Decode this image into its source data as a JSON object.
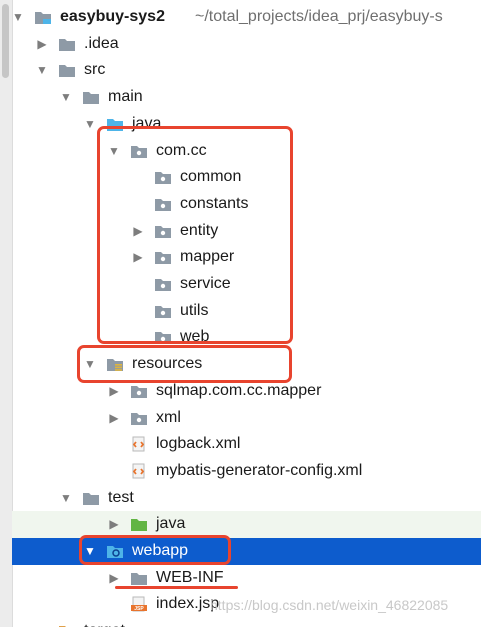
{
  "project": {
    "name": "easybuy-sys2",
    "path": "~/total_projects/idea_prj/easybuy-s"
  },
  "tree": {
    "idea": ".idea",
    "src": "src",
    "main": "main",
    "java": "java",
    "package": "com.cc",
    "packages": [
      "common",
      "constants",
      "entity",
      "mapper",
      "service",
      "utils",
      "web"
    ],
    "resources": "resources",
    "res_items": [
      "sqlmap.com.cc.mapper",
      "xml",
      "logback.xml",
      "mybatis-generator-config.xml"
    ],
    "test": "test",
    "test_java": "java",
    "webapp": "webapp",
    "webinf": "WEB-INF",
    "index": "index.jsp",
    "target": "target",
    "jsp_badge": "JSP"
  },
  "icons": {
    "folder": "folder-icon",
    "package": "package-icon",
    "source_root": "source-root-folder-icon",
    "resources_root": "resources-root-folder-icon",
    "test_root": "test-source-folder-icon",
    "web_root": "web-folder-icon",
    "xml": "xml-file-icon",
    "jsp": "jsp-file-icon",
    "module": "module-icon"
  },
  "colors": {
    "selection": "#0d5ccd",
    "highlight_stripe": "#f0f6ee",
    "annotation_red": "#e8442e",
    "source_blue": "#4db4e8",
    "test_green": "#62b543",
    "folder_gray": "#8e9aa6"
  },
  "watermark": "https://blog.csdn.net/weixin_46822085"
}
